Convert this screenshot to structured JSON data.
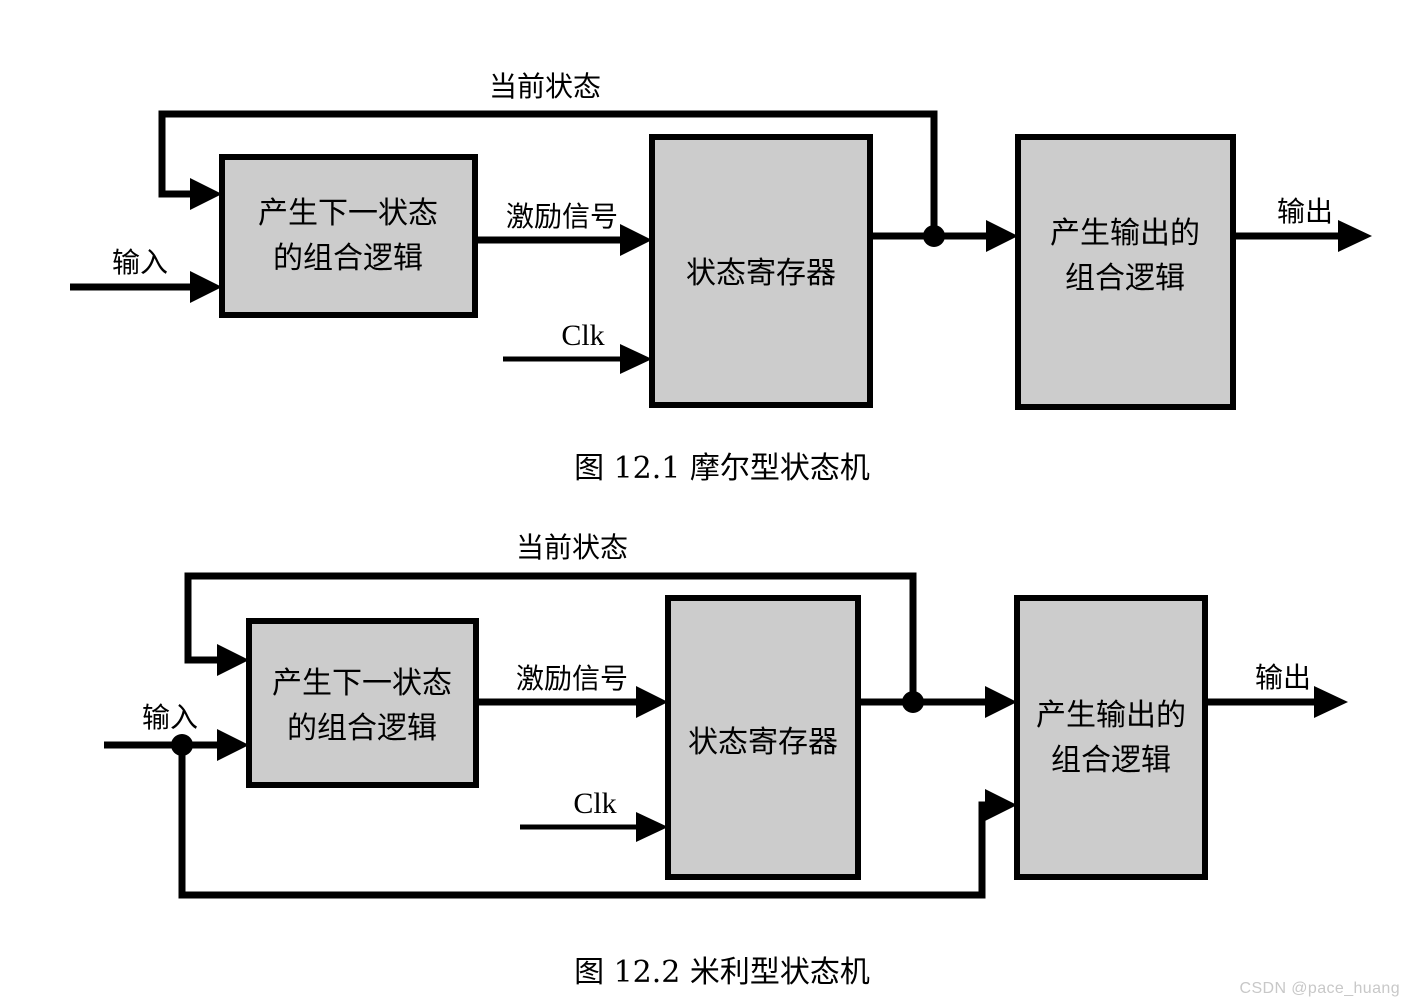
{
  "figures": [
    {
      "id": "moore",
      "caption": "图 12.1  摩尔型状态机",
      "blocks": [
        {
          "name": "next-state-logic",
          "line1": "产生下一状态",
          "line2": "的组合逻辑"
        },
        {
          "name": "state-register",
          "line1": "状态寄存器",
          "line2": ""
        },
        {
          "name": "output-logic",
          "line1": "产生输出的",
          "line2": "组合逻辑"
        }
      ],
      "signals": {
        "current_state": "当前状态",
        "input": "输入",
        "excitation": "激励信号",
        "clock": "Clk",
        "output": "输出"
      }
    },
    {
      "id": "mealy",
      "caption": "图 12.2  米利型状态机",
      "blocks": [
        {
          "name": "next-state-logic",
          "line1": "产生下一状态",
          "line2": "的组合逻辑"
        },
        {
          "name": "state-register",
          "line1": "状态寄存器",
          "line2": ""
        },
        {
          "name": "output-logic",
          "line1": "产生输出的",
          "line2": "组合逻辑"
        }
      ],
      "signals": {
        "current_state": "当前状态",
        "input": "输入",
        "excitation": "激励信号",
        "clock": "Clk",
        "output": "输出"
      }
    }
  ],
  "watermark": "CSDN @pace_huang",
  "colors": {
    "block_fill": "#cccccc",
    "line": "#000000",
    "background": "#ffffff",
    "watermark_text": "#c8c8c8"
  }
}
